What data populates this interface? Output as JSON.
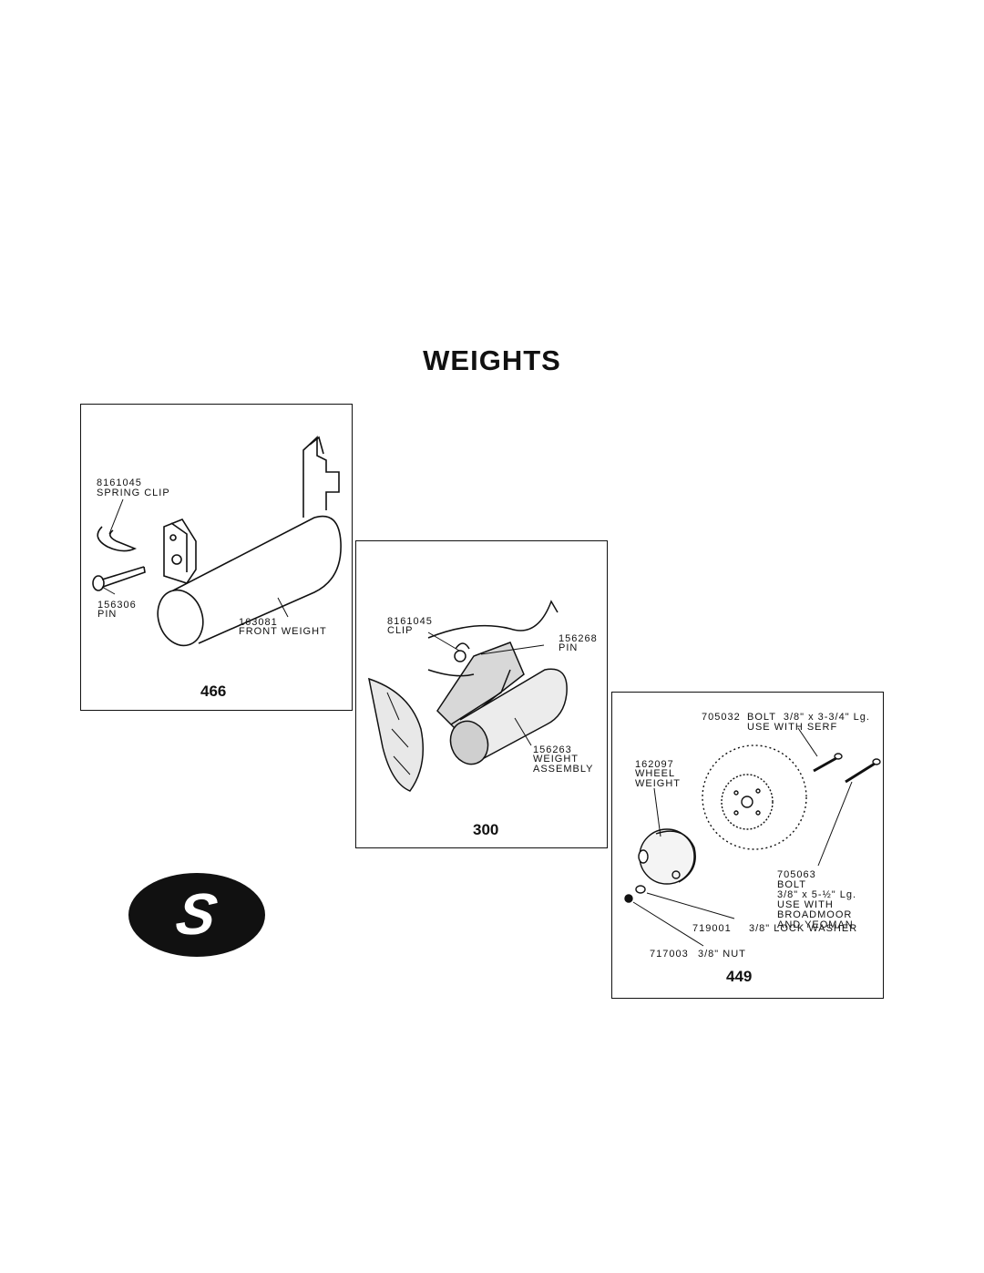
{
  "page": {
    "title": "WEIGHTS"
  },
  "panels": [
    {
      "number": "466",
      "labels": [
        {
          "part": "8161045",
          "desc": "SPRING CLIP"
        },
        {
          "part": "156306",
          "desc": "PIN"
        },
        {
          "part": "163081",
          "desc": "FRONT WEIGHT"
        }
      ]
    },
    {
      "number": "300",
      "labels": [
        {
          "part": "8161045",
          "desc": "CLIP"
        },
        {
          "part": "156268",
          "desc": "PIN"
        },
        {
          "part": "156263",
          "desc": "WEIGHT\nASSEMBLY"
        }
      ]
    },
    {
      "number": "449",
      "labels": [
        {
          "part": "705032",
          "desc": "BOLT  3/8\" x 3-3/4\" Lg.\nUSE WITH SERF"
        },
        {
          "part": "162097",
          "desc": "WHEEL\nWEIGHT"
        },
        {
          "part": "705063",
          "desc": "BOLT\n3/8\" x 5-½\" Lg.\nUSE WITH\nBROADMOOR\nAND YEOMAN"
        },
        {
          "part": "719001",
          "desc": "3/8\" LOCK WASHER"
        },
        {
          "part": "717003",
          "desc": "3/8\" NUT"
        }
      ]
    }
  ],
  "logo": {
    "letter": "S"
  }
}
